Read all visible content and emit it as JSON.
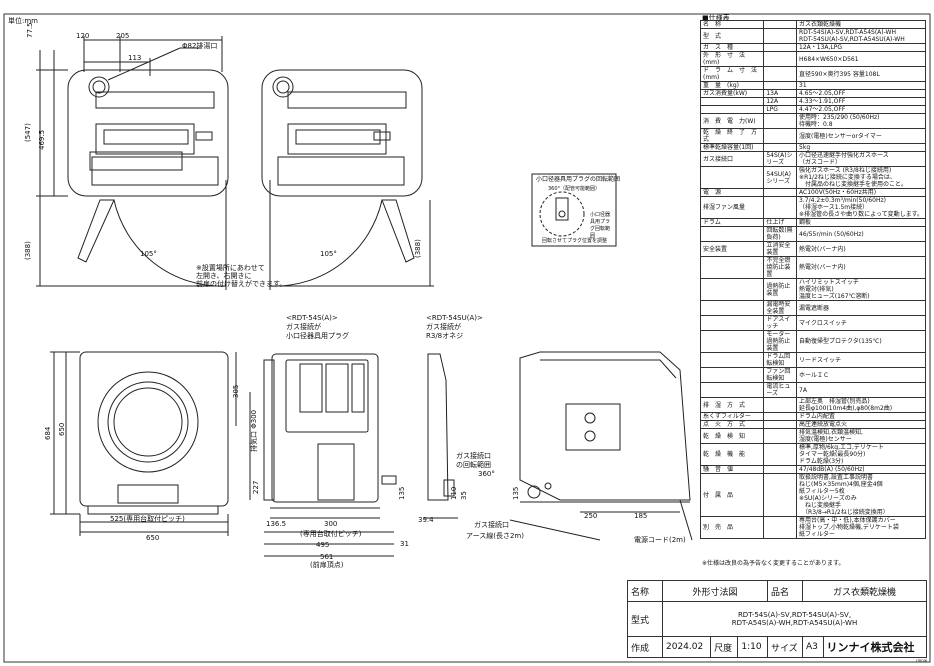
{
  "unit_label": "単位:mm",
  "top_views": {
    "dims": {
      "d120": "120",
      "d205": "205",
      "d113": "113",
      "d77_5": "77.5",
      "d547": "(547)",
      "d469_5": "469.5",
      "d388a": "(388)",
      "d388b": "(388)",
      "d105a": "105°",
      "d105b": "105°"
    },
    "exhaust_label": "Φ82排湯口",
    "note": "※設置場所にあわせて\n左開き、右開きに\n前扉の付け替えができます。",
    "inset_title": "小口径器具用プラグの回転範囲",
    "inset_label_a": "360°（配管可能範囲）",
    "inset_label_b": "回転させてプラグ位置を調整",
    "inset_label_c": "小口径器具用プラグ回転範囲"
  },
  "model_labels": {
    "a_model": "<RDT-54S(A)>",
    "a_desc1": "ガス接続が",
    "a_desc2": "小口径器具用プラグ",
    "b_model": "<RDT-54SU(A)>",
    "b_desc1": "ガス接続が",
    "b_desc2": "R3/8オネジ"
  },
  "front_view": {
    "d305": "305",
    "d650": "650",
    "d684": "684",
    "d525": "525(専用台取付ピッチ)",
    "d650b": "650"
  },
  "side_view": {
    "exhaust_port": "排気口 Φ300",
    "d227": "227",
    "d136_5": "136.5",
    "d300": "300",
    "d300_note": "(専用台取付ピッチ)",
    "d495": "495",
    "d561": "561",
    "d561_note": "(前扉頂点)",
    "d31": "31",
    "d39_4": "39.4",
    "d110": "110",
    "d135": "135",
    "d35": "35"
  },
  "back_view": {
    "gas_rot1": "ガス接続口",
    "gas_rot2": "の回転範囲",
    "deg360": "360°",
    "gas_port": "ガス接続口",
    "earth": "アース線(長さ2m)",
    "power": "電源コード(2m)",
    "d250": "250",
    "d185": "185",
    "d135b": "135"
  },
  "spec": {
    "title": "■仕様表",
    "rows": [
      [
        "名　称",
        "",
        "ガス衣類乾燥機"
      ],
      [
        "型　式",
        "",
        "RDT-54S(A)-SV,RDT-A54S(A)-WH\nRDT-54SU(A)-SV,RDT-A54SU(A)-WH"
      ],
      [
        "ガ　ス　種",
        "",
        "12A・13A,LPG"
      ],
      [
        "外　形　寸　法(mm)",
        "",
        "H684×W650×D561"
      ],
      [
        "ド　ラ　ム　寸　法(mm)",
        "",
        "直径590×奥行395 容量108L"
      ],
      [
        "重　量　(kg)",
        "",
        "31"
      ],
      [
        "ガス消費量(kW)",
        "13A",
        "4.65～2.05,OFF"
      ],
      [
        "",
        "12A",
        "4.33～1.91,OFF"
      ],
      [
        "",
        "LPG",
        "4.47～2.05,OFF"
      ],
      [
        "消　費　電　力(W)",
        "",
        "使用時：235/290 (50/60Hz)\n待機時：0.8"
      ],
      [
        "乾　燥　終　了　方　式",
        "",
        "湿度(電極)センサーorタイマー"
      ],
      [
        "標準乾燥容量(1回)",
        "",
        "5kg"
      ],
      [
        "ガス接続口",
        "54S(A)シリーズ",
        "小口径迅速継手付強化ガスホース\n（ガスコード）"
      ],
      [
        "",
        "54SU(A)シリーズ",
        "強化ガスホース (R3/8ねじ接続用)\n※R1/2ねじ接続に変換する場合は、\n　付属品のねじ変換継手を使用のこと。"
      ],
      [
        "電　源",
        "",
        "AC100V(50Hz・60Hz共用)"
      ],
      [
        "排湿ファン風量",
        "",
        "3.7/4.2±0.3m³/min(50/60Hz)\n（排湿ホース1.5m接続）\n※排湿管の長さや曲り数によって変動します。"
      ],
      [
        "ドラム",
        "仕上げ",
        "鋼板"
      ],
      [
        "",
        "回転数(無負荷)",
        "46/55r/min (50/60Hz)"
      ],
      [
        "安全装置",
        "立消安全装置",
        "熱電対(バーナ内)"
      ],
      [
        "",
        "不完全燃焼防止装置",
        "熱電対(バーナ内)"
      ],
      [
        "",
        "過熱防止装置",
        "ハイリミットスイッチ\n熱電対(排気)\n温度ヒューズ(167℃溶断)"
      ],
      [
        "",
        "漏電時安全装置",
        "漏電遮断器"
      ],
      [
        "",
        "ドアスイッチ",
        "マイクロスイッチ"
      ],
      [
        "",
        "モーター過熱防止装置",
        "自動復帰型プロテクタ(135℃)"
      ],
      [
        "",
        "ドラム回転検知",
        "リードスイッチ"
      ],
      [
        "",
        "ファン回転検知",
        "ホールＩＣ"
      ],
      [
        "",
        "電流ヒューズ",
        "7A"
      ],
      [
        "排　湿　方　式",
        "",
        "上部左奥　排湿管(別売品)\n延長φ100(10m4曲),φ80(8m2曲)"
      ],
      [
        "糸くずフィルター",
        "",
        "ドラム内配置"
      ],
      [
        "点　火　方　式",
        "",
        "高圧連続放電点火"
      ],
      [
        "乾　燥　検　知",
        "",
        "排気温検知,衣類温検知,\n湿度(電極)センサー"
      ],
      [
        "乾　燥　機　能",
        "",
        "標準,厚物/6kg,エコ,デリケート\nタイマー乾燥(最長90分)\nドラム乾燥(3分)"
      ],
      [
        "騒　音　値",
        "",
        "47/48dB(A) (50/60Hz)"
      ],
      [
        "付　属　品",
        "",
        "取扱説明書,設置工事説明書\nねじ(M5×35mm)4個,座金4個\n紙フィルター5枚\n※SU(A)シリーズのみ\n　ねじ変換継手\n　（R3/8→R1/2ねじ接続変換用）"
      ],
      [
        "別　売　品",
        "",
        "専用台(高・中・低),本体保護カバー\n排湿トップ,小物乾燥機,デリケート袋\n紙フィルター"
      ]
    ],
    "footnote": "※仕様は改良の為予告なく変更することがあります。"
  },
  "title_block": {
    "k_name": "名称",
    "v_name": "外形寸法図",
    "k_product": "品名",
    "v_product": "ガス衣類乾燥機",
    "k_model": "型式",
    "v_model1": "RDT-54S(A)-SV,RDT-54SU(A)-SV,",
    "v_model2": "RDT-A54S(A)-WH,RDT-A54SU(A)-WH",
    "k_made": "作成",
    "v_date": "2024.02",
    "k_scale": "尺度",
    "v_scale": "1:10",
    "k_size": "サイズ",
    "v_size": "A3",
    "company": "リンナイ株式会社",
    "tiny": "rinnai"
  }
}
